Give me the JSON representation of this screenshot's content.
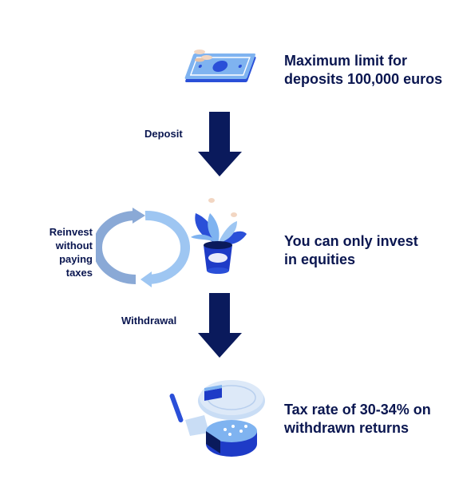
{
  "steps": {
    "deposit_limit": {
      "text_line1": "Maximum limit for",
      "text_line2": "deposits 100,000 euros"
    },
    "deposit_arrow": {
      "label": "Deposit"
    },
    "invest": {
      "text_line1": "You can only invest",
      "text_line2": "in equities"
    },
    "reinvest": {
      "line1": "Reinvest",
      "line2": "without",
      "line3": "paying taxes"
    },
    "withdrawal_arrow": {
      "label": "Withdrawal"
    },
    "tax": {
      "text_line1": "Tax rate of 30-34% on",
      "text_line2": "withdrawn returns"
    }
  },
  "icons": {
    "money": "banknote-with-coins-icon",
    "plant": "plant-in-pot-icon",
    "cycle": "cycle-arrows-icon",
    "cake": "cake-slice-icon",
    "arrow": "down-arrow-icon"
  },
  "colors": {
    "text": "#0a1650",
    "arrow": "#0a1a5c",
    "primary_blue": "#2a4fd8",
    "light_blue": "#7fb3f0",
    "pale_blue": "#c9ddf5"
  }
}
